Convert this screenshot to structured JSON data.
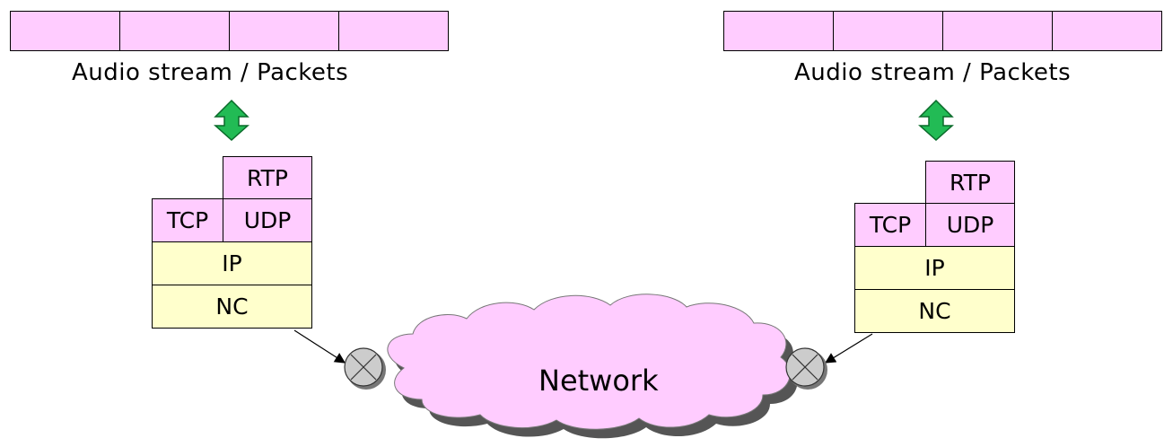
{
  "left_endpoint": {
    "caption": "Audio stream / Packets",
    "layers": {
      "rtp": "RTP",
      "tcp": "TCP",
      "udp": "UDP",
      "ip": "IP",
      "nc": "NC"
    }
  },
  "right_endpoint": {
    "caption": "Audio stream / Packets",
    "layers": {
      "rtp": "RTP",
      "tcp": "TCP",
      "udp": "UDP",
      "ip": "IP",
      "nc": "NC"
    }
  },
  "network": {
    "label": "Network"
  },
  "colors": {
    "packet_fill": "#ffccff",
    "transport_fill": "#ffccff",
    "network_layer_fill": "#ffffcc",
    "arrow_fill": "#22bb55",
    "cloud_fill": "#ffccff",
    "cloud_shadow": "#555555",
    "connector_fill": "#cccccc"
  }
}
